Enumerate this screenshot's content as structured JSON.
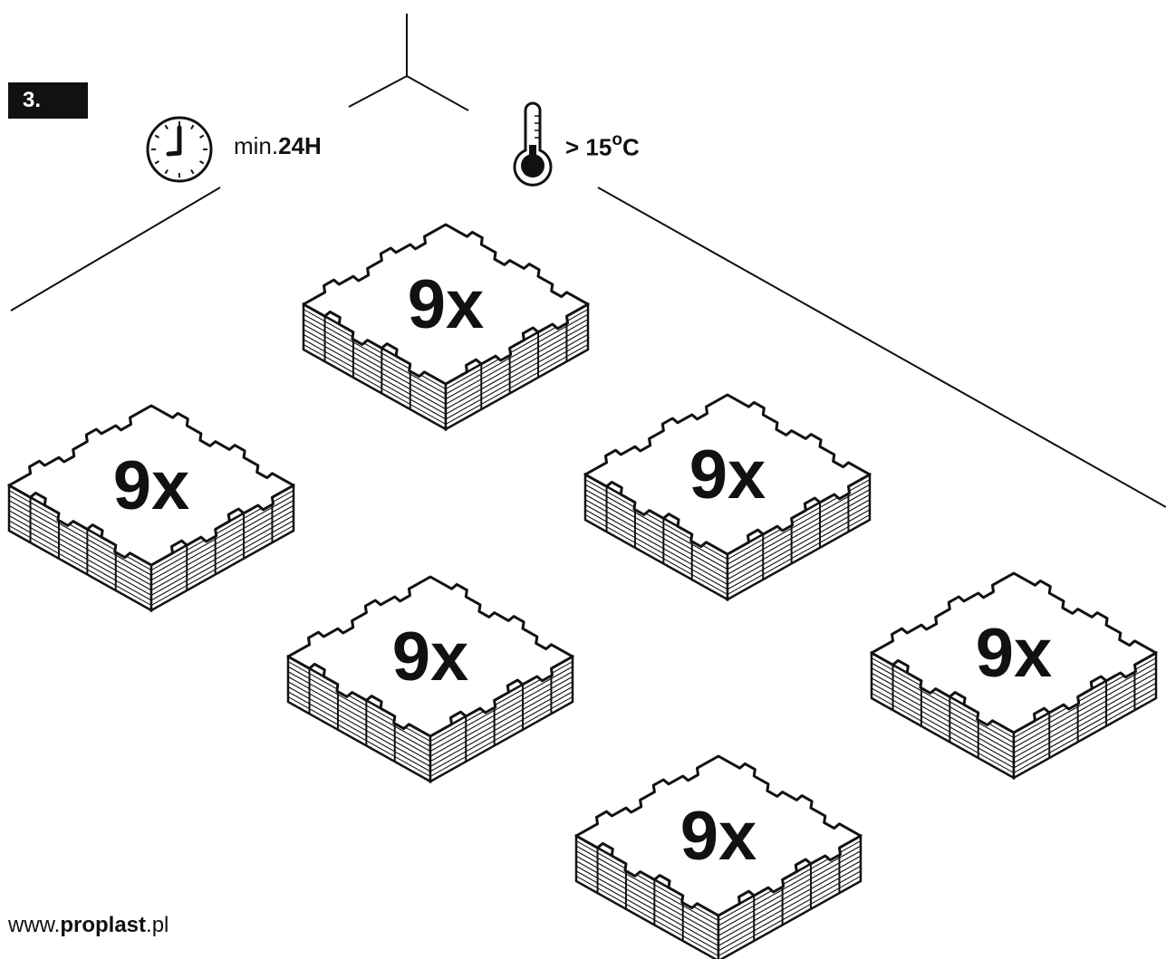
{
  "step": {
    "number": "3."
  },
  "conditions": {
    "time": {
      "prefix": "min.",
      "value": "24H",
      "icon": "clock-icon"
    },
    "temperature": {
      "prefix": "> ",
      "value": "15",
      "degree": "o",
      "unit": "C",
      "icon": "thermometer-icon"
    }
  },
  "stacks": [
    {
      "label": "9x"
    },
    {
      "label": "9x"
    },
    {
      "label": "9x"
    },
    {
      "label": "9x"
    },
    {
      "label": "9x"
    },
    {
      "label": "9x"
    }
  ],
  "footer": {
    "prefix": "www.",
    "brand": "proplast",
    "suffix": ".pl"
  },
  "colors": {
    "ink": "#111111",
    "background": "#ffffff"
  }
}
